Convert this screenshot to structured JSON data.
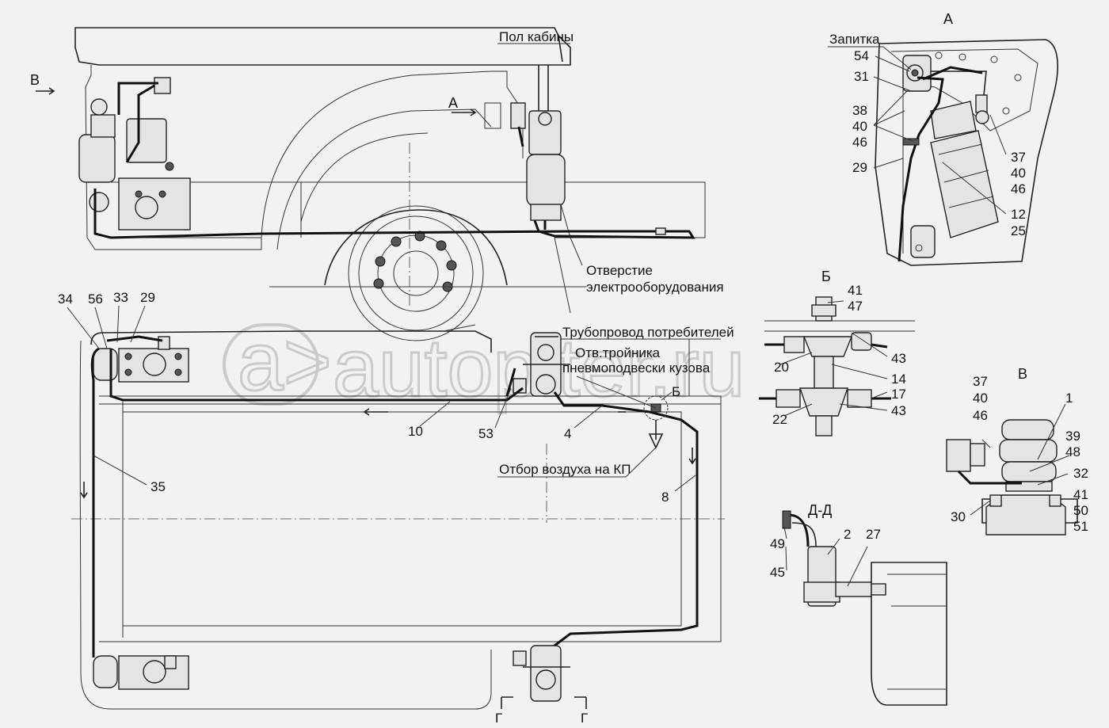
{
  "views": {
    "view_a": "А",
    "view_b": "Б",
    "view_v": "В",
    "view_dd": "Д-Д",
    "arrow_v": "В",
    "arrow_a": "А",
    "arrow_b": "Б",
    "section_g1": "Г",
    "section_g2": "Г"
  },
  "annotations": {
    "cab_floor": "Пол кабины",
    "electrical_hole_1": "Отверстие",
    "electrical_hole_2": "электрооборудования",
    "consumer_pipeline": "Трубопровод потребителей",
    "tee_outlet_1": "Отв.тройника",
    "tee_outlet_2": "пневмоподвески кузова",
    "air_intake_kp": "Отбор воздуха на КП",
    "supply": "Запитка"
  },
  "callouts": {
    "main": [
      "34",
      "56",
      "33",
      "29",
      "10",
      "53",
      "4",
      "35",
      "8"
    ],
    "view_a": [
      "54",
      "31",
      "38",
      "40",
      "46",
      "29",
      "37",
      "40",
      "46",
      "12",
      "25"
    ],
    "view_b": [
      "41",
      "47",
      "43",
      "20",
      "14",
      "17",
      "43",
      "22"
    ],
    "view_v": [
      "37",
      "40",
      "46",
      "1",
      "39",
      "48",
      "32",
      "41",
      "50",
      "51",
      "30"
    ],
    "view_dd": [
      "2",
      "27",
      "49",
      "45"
    ]
  },
  "watermark": {
    "logo": "a>",
    "text": "autopiter.ru"
  }
}
